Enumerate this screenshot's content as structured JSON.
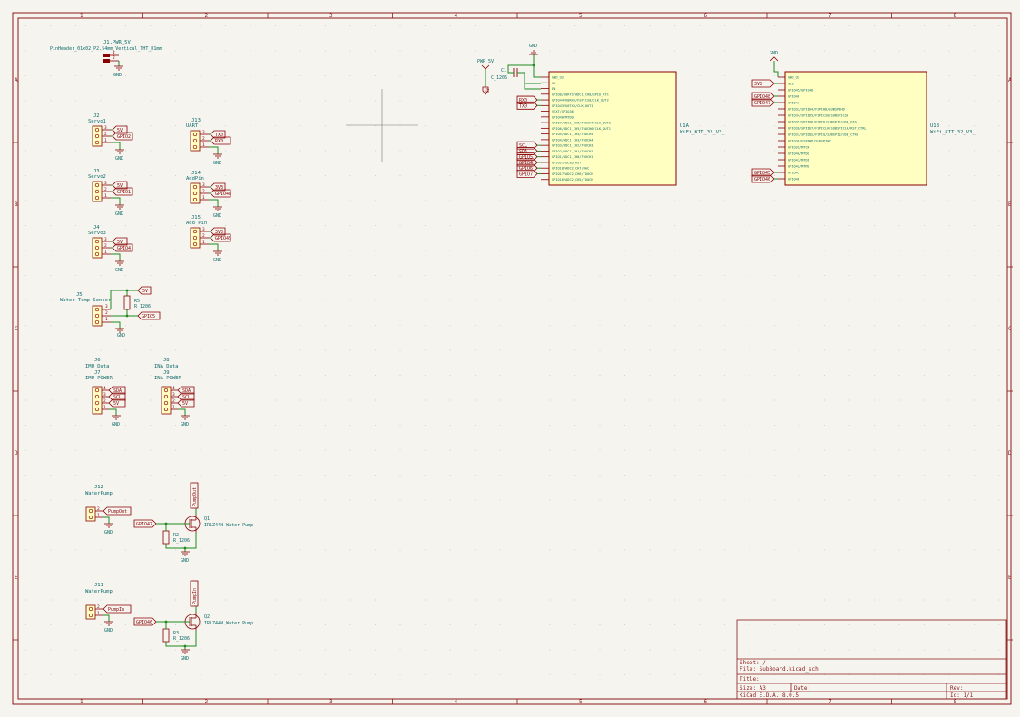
{
  "sheet": {
    "col_numbers": [
      "1",
      "2",
      "3",
      "4",
      "5",
      "6",
      "7",
      "8"
    ],
    "row_letters": [
      "A",
      "B",
      "C",
      "D",
      "E"
    ]
  },
  "connectors": [
    {
      "ref": "J1/PWR_5V",
      "value": "PinHeader_01x02_P2.54mm_Vertical_THT_D1mm",
      "pins": [
        "1",
        "2"
      ],
      "labels": [
        "",
        ""
      ]
    },
    {
      "ref": "J2",
      "value": "Servo1",
      "pins": [
        "3",
        "2",
        "1"
      ],
      "labels": [
        "5V",
        "GPIO2",
        ""
      ]
    },
    {
      "ref": "J3",
      "value": "Servo2",
      "pins": [
        "3",
        "2",
        "1"
      ],
      "labels": [
        "5V",
        "GPIO1",
        ""
      ]
    },
    {
      "ref": "J4",
      "value": "Servo3",
      "pins": [
        "3",
        "2",
        "1"
      ],
      "labels": [
        "5V",
        "GPIO4",
        ""
      ]
    },
    {
      "ref": "J13",
      "value": "UART",
      "pins": [
        "3",
        "2",
        "1"
      ],
      "labels": [
        "TX0",
        "RX0",
        ""
      ]
    },
    {
      "ref": "J14",
      "value": "AddPin",
      "pins": [
        "3",
        "2",
        "1"
      ],
      "labels": [
        "3V3",
        "GPIO48",
        ""
      ]
    },
    {
      "ref": "J15",
      "value": "Add Pin",
      "pins": [
        "3",
        "2",
        "1"
      ],
      "labels": [
        "3V3",
        "GPIO45",
        ""
      ]
    },
    {
      "ref": "J5",
      "value": "Water Temp Sensor",
      "pins": [
        "3",
        "2",
        "1"
      ],
      "labels": [
        "",
        "",
        " "
      ]
    },
    {
      "ref": "J6 / J7",
      "value": "IMU Data / IMU POWER",
      "pins": [
        "4",
        "3",
        "2",
        "1"
      ],
      "labels": [
        "SDA",
        "SCL",
        "5V",
        ""
      ]
    },
    {
      "ref": "J8 / J9",
      "value": "INA Data / INA POWER",
      "pins": [
        "4",
        "3",
        "2",
        "1"
      ],
      "labels": [
        "SDA",
        "SCL",
        "5V",
        ""
      ]
    },
    {
      "ref": "J12",
      "value": "WaterPump",
      "pins": [
        "2",
        "1"
      ],
      "labels": [
        "PumpOut",
        ""
      ]
    },
    {
      "ref": "J11",
      "value": "WaterPump",
      "pins": [
        "2",
        "1"
      ],
      "labels": [
        "PumpIn",
        ""
      ]
    }
  ],
  "texts": {
    "j1_ref": "J1,PWR_5V",
    "j1_val": "PinHeader_01x02_P2.54mm_Vertical_THT_D1mm",
    "gnd": "GND",
    "j2_ref": "J2",
    "j2_val": "Servo1",
    "j3_ref": "J3",
    "j3_val": "Servo2",
    "j4_ref": "J4",
    "j4_val": "Servo3",
    "j13_ref": "J13",
    "j13_val": "UART",
    "j14_ref": "J14",
    "j14_val": "AddPin",
    "j15_ref": "J15",
    "j15_val": "Add Pin",
    "j5_ref": "J5",
    "j5_val": "Water Temp Sensor",
    "r5_ref": "R5",
    "r5_val": "R_1206",
    "j6_ref": "J6",
    "j6_val": "IMU Data",
    "j7_ref": "J7",
    "j7_val": "IMU POWER",
    "j8_ref": "J8",
    "j8_val": "INA Data",
    "j9_ref": "J9",
    "j9_val": "INA POWER",
    "j12_ref": "J12",
    "j12_val": "WaterPump",
    "j11_ref": "J11",
    "j11_val": "WaterPump",
    "q1_ref": "Q1",
    "q1_val": "IRLZ44N Water Pump",
    "q2_ref": "Q2",
    "q2_val": "IRLZ44N Water Pump",
    "r2_ref": "R2",
    "r2_val": "R_1206",
    "r3_ref": "R3",
    "r3_val": "R_1206",
    "pwr5v": "PWR_5V",
    "c1_ref": "C1",
    "c1_val": "C_1206",
    "u1a_ref": "U1A",
    "u1a_val": "WiFi_KIT_32_V3_",
    "u1b_ref": "U1B",
    "u1b_val": "WiFi_KIT_32_V3_",
    "lbl_5v": "5V",
    "lbl_3v3": "3V3",
    "lbl_tx0": "TX0",
    "lbl_rx0": "RX0",
    "lbl_sda": "SDA",
    "lbl_scl": "SCL",
    "lbl_gpio1": "GPIO1",
    "lbl_gpio2": "GPIO2",
    "lbl_gpio4": "GPIO4",
    "lbl_gpio5": "GPIO5",
    "lbl_gpio6": "GPIO6",
    "lbl_gpio7": "GPIO7",
    "lbl_gpio45": "GPIO45",
    "lbl_gpio46": "GPIO46",
    "lbl_gpio47": "GPIO47",
    "lbl_gpio48": "GPIO48",
    "lbl_pumpout": "PumpOut",
    "lbl_pumpin": "PumpIn"
  },
  "u1a_pins": [
    "GND_U2",
    "5V",
    "EN",
    "GPIO0/U0RTS/ADC1_CH0/GPIO_RTC",
    "GPIO44/U0RXD/FSPICS0/CLK_OUT2",
    "GPIO43/U0TXD/CLK_OUT1",
    "VEXT/GPIO36",
    "GPIO40/MTDO",
    "GPIO7/ADC1_CH6/TOUCH7/CLK_OUT3",
    "GPIO6/ADC1_CH5/TOUCH6/CLK_OUT1",
    "GPIO5/ADC1_CH4/TOUCH5",
    "GPIO4/ADC1_CH3/TOUCH4",
    "GPIO3/ADC1_CH2/TOUCH3",
    "GPIO2/ADC1_CH1/TOUCH2",
    "GPIO1/ADC1_CH0/TOUCH1",
    "GPIO21/OLED_RST",
    "GPIO18/ADC2_CH7/DAC",
    "GPIO17/ADC2_CH6/TOUCH",
    "GPIO16/ADC2_CH5/TOUCH"
  ],
  "u1b_pins": [
    "GND_U2",
    "3V3",
    "GPIO45/GPIO46",
    "GPIO48",
    "GPIO47",
    "GPIO33/SPIIO4/FSPIHD/SUBSPIHD",
    "GPIO34/SPIIO5/FSPICS0/SUBSPICS0",
    "GPIO35/SPIIO6/FSPID/SUBSPID/USB_OTG",
    "GPIO36/SPIIO7/FSPICLK/SUBSPICLK/RST_CTRL",
    "GPIO37/SPIDQS/FSPIQ/SUBSPIQ/USB_CTRL",
    "GPIO38/FSPIWP/SUBSPIWP",
    "GPIO39/MTCK",
    "GPIO40/MTDO",
    "GPIO41/MTDI",
    "GPIO42/MTMS",
    "GPIO45",
    "GPIO46"
  ],
  "title_block": {
    "sheet": "Sheet: /",
    "file": "File: SubBoard.kicad_sch",
    "title": "Title:",
    "size": "Size: A3",
    "date": "Date:",
    "rev": "Rev:",
    "kicad": "KiCad E.D.A. 8.0.5",
    "id": "Id: 1/1"
  },
  "colors": {
    "wire": "#1f8a1f",
    "symbol": "#8b0000",
    "body_fill": "#ffffc2",
    "text": "#0f6b6b",
    "frame": "#8b1a1a",
    "background": "#f5f4ef"
  }
}
